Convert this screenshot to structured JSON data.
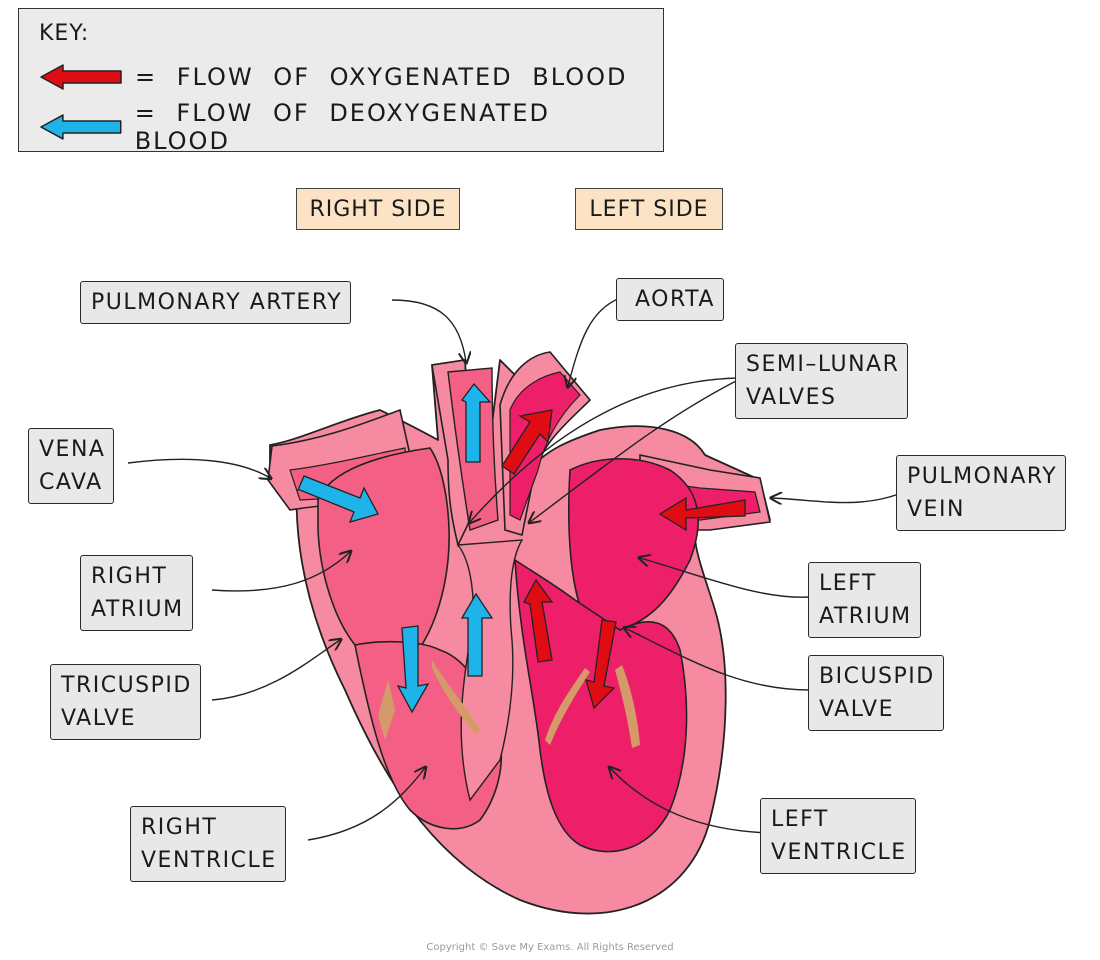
{
  "key": {
    "title": "KEY:",
    "oxygenated": "= FLOW OF OXYGENATED BLOOD",
    "deoxygenated": "= FLOW OF DEOXYGENATED BLOOD"
  },
  "sides": {
    "right": "RIGHT SIDE",
    "left": "LEFT SIDE"
  },
  "labels": {
    "pulmonary_artery": [
      "PULMONARY ARTERY"
    ],
    "aorta": [
      "AORTA"
    ],
    "semilunar_valves": [
      "SEMI–LUNAR",
      "VALVES"
    ],
    "vena_cava": [
      "VENA",
      "CAVA"
    ],
    "pulmonary_vein": [
      "PULMONARY",
      "VEIN"
    ],
    "right_atrium": [
      "RIGHT",
      "ATRIUM"
    ],
    "left_atrium": [
      "LEFT",
      "ATRIUM"
    ],
    "tricuspid_valve": [
      "TRICUSPID",
      "VALVE"
    ],
    "bicuspid_valve": [
      "BICUSPID",
      "VALVE"
    ],
    "right_ventricle": [
      "RIGHT",
      "VENTRICLE"
    ],
    "left_ventricle": [
      "LEFT",
      "VENTRICLE"
    ]
  },
  "colors": {
    "oxygenated_arrow": "#e00c14",
    "deoxygenated_arrow": "#1eb4ea",
    "heart_outer": "#f58aa0",
    "right_chamber": "#f45f86",
    "left_chamber": "#ee1f69",
    "valve": "#d49a6a",
    "label_bg": "#e8e8e8",
    "side_bg": "#fde3c6"
  },
  "copyright": "Copyright © Save My Exams. All Rights Reserved"
}
